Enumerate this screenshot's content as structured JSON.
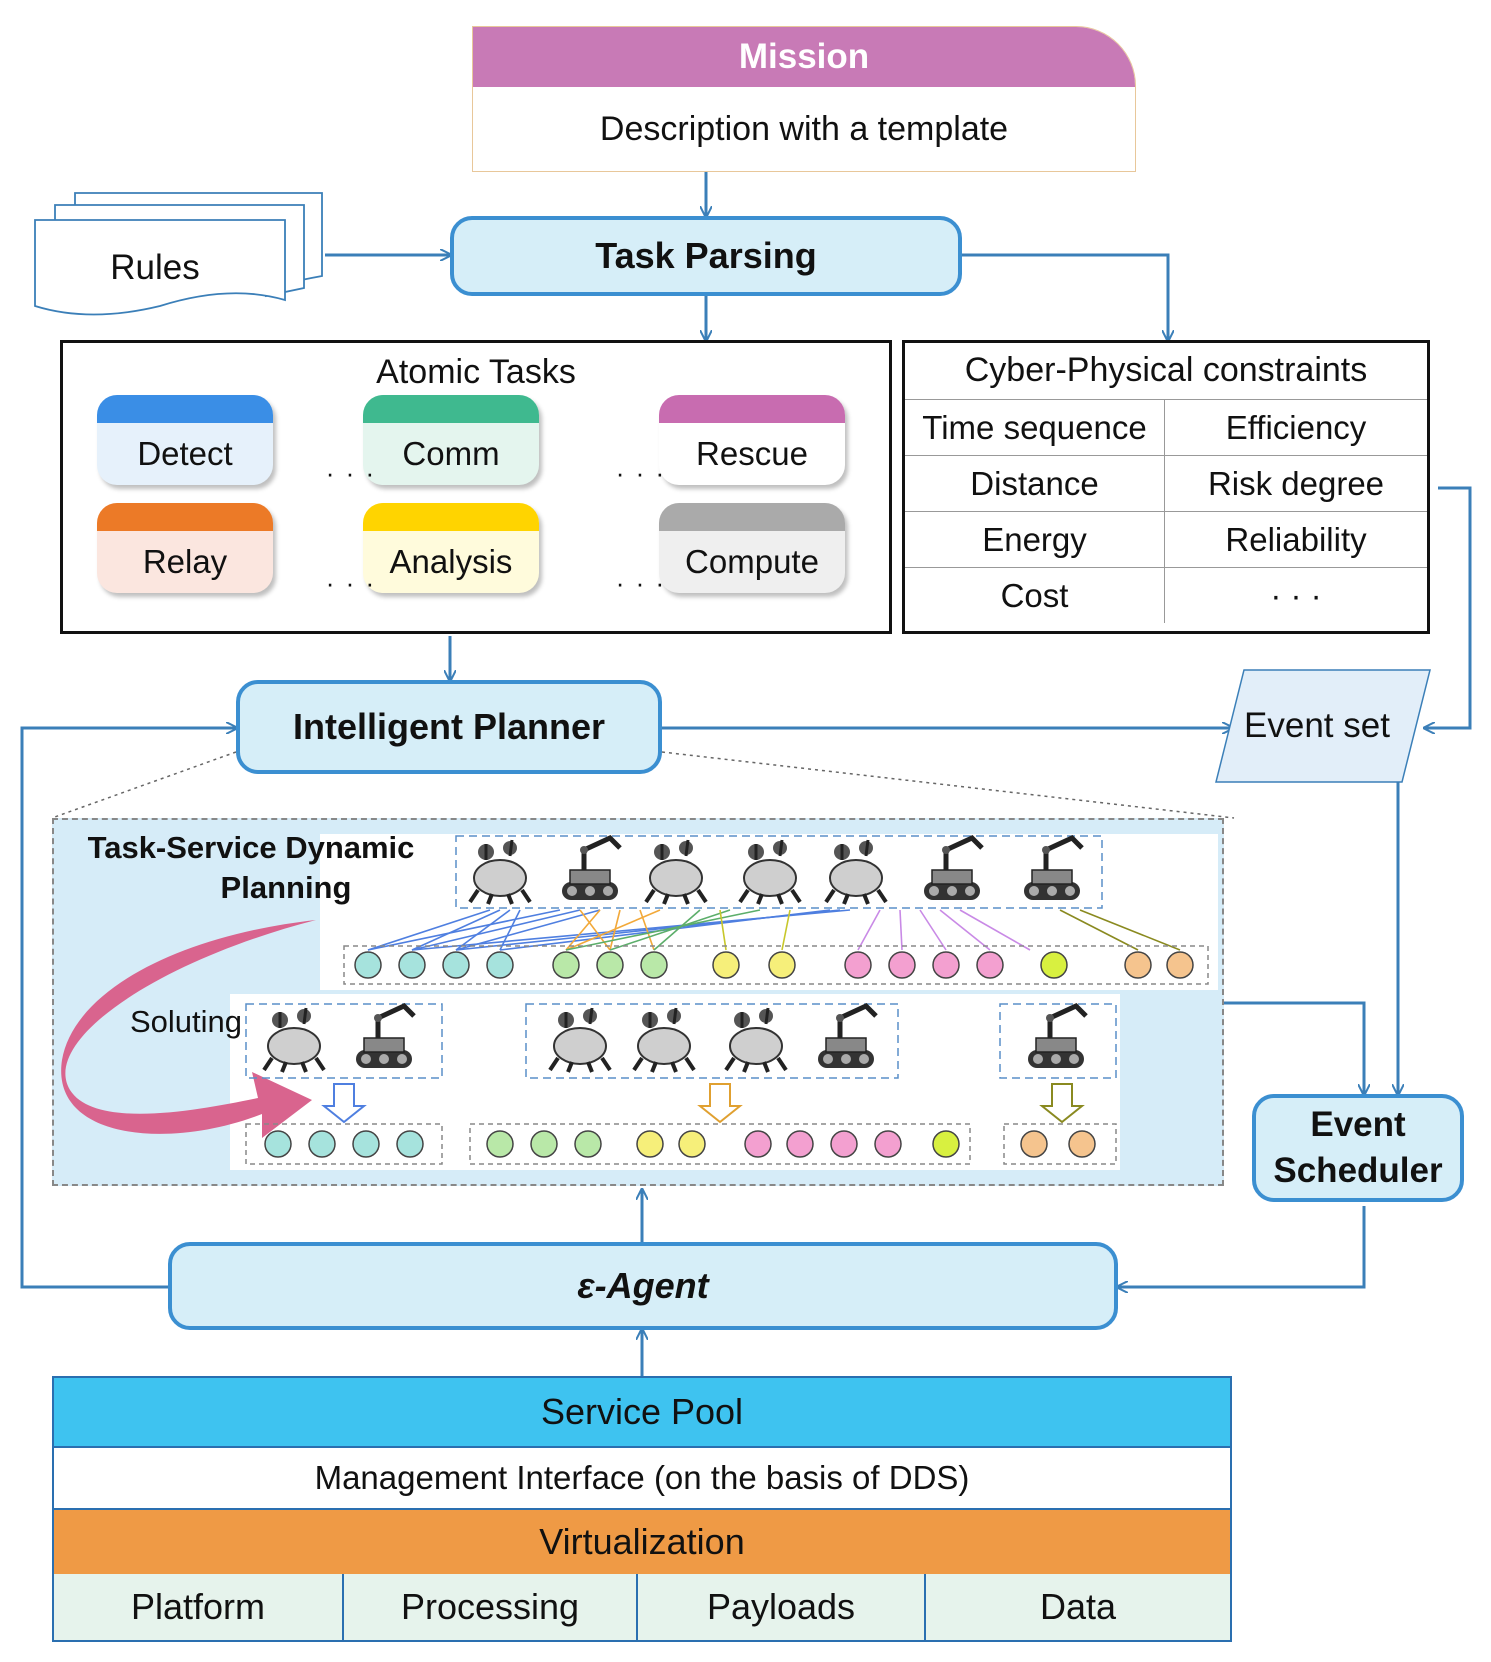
{
  "mission": {
    "title": "Mission",
    "description": "Description with a template"
  },
  "rules": {
    "label": "Rules"
  },
  "task_parsing": {
    "label": "Task Parsing"
  },
  "atomic_tasks": {
    "title": "Atomic Tasks",
    "items": [
      {
        "label": "Detect",
        "color": "#3a8ee6",
        "fill": "#e6f1fb"
      },
      {
        "label": "Comm",
        "color": "#3fb98f",
        "fill": "#e4f5ee"
      },
      {
        "label": "Rescue",
        "color": "#c86cb0",
        "fill": "#ffffff"
      },
      {
        "label": "Relay",
        "color": "#ec7a27",
        "fill": "#fbe6df"
      },
      {
        "label": "Analysis",
        "color": "#ffd400",
        "fill": "#fffbdc"
      },
      {
        "label": "Compute",
        "color": "#aaaaaa",
        "fill": "#efefef"
      }
    ],
    "ellipsis": "· · ·"
  },
  "cp_constraints": {
    "title": "Cyber-Physical constraints",
    "rows": [
      [
        "Time sequence",
        "Efficiency"
      ],
      [
        "Distance",
        "Risk degree"
      ],
      [
        "Energy",
        "Reliability"
      ],
      [
        "Cost",
        "· · ·"
      ]
    ]
  },
  "intelligent_planner": {
    "label": "Intelligent Planner"
  },
  "event_set": {
    "label": "Event set"
  },
  "event_scheduler": {
    "line1": "Event",
    "line2": "Scheduler"
  },
  "planning": {
    "title_line1": "Task-Service Dynamic",
    "title_line2": "Planning",
    "soluting": "Soluting"
  },
  "agent": {
    "label": "ε-Agent"
  },
  "service_pool": {
    "label": "Service Pool"
  },
  "management": {
    "label": "Management Interface (on the basis of DDS)"
  },
  "virtualization": {
    "label": "Virtualization"
  },
  "resources": [
    "Platform",
    "Processing",
    "Payloads",
    "Data"
  ],
  "colors": {
    "mission_header": "#c87ab6",
    "box_blue": "#3b8fd1",
    "box_fill": "#d6eef8",
    "service_pool": "#3ec3f0",
    "virtualization": "#ef9a45",
    "resource_fill": "#e6f3ec",
    "soluting_arrow": "#d9648e"
  }
}
